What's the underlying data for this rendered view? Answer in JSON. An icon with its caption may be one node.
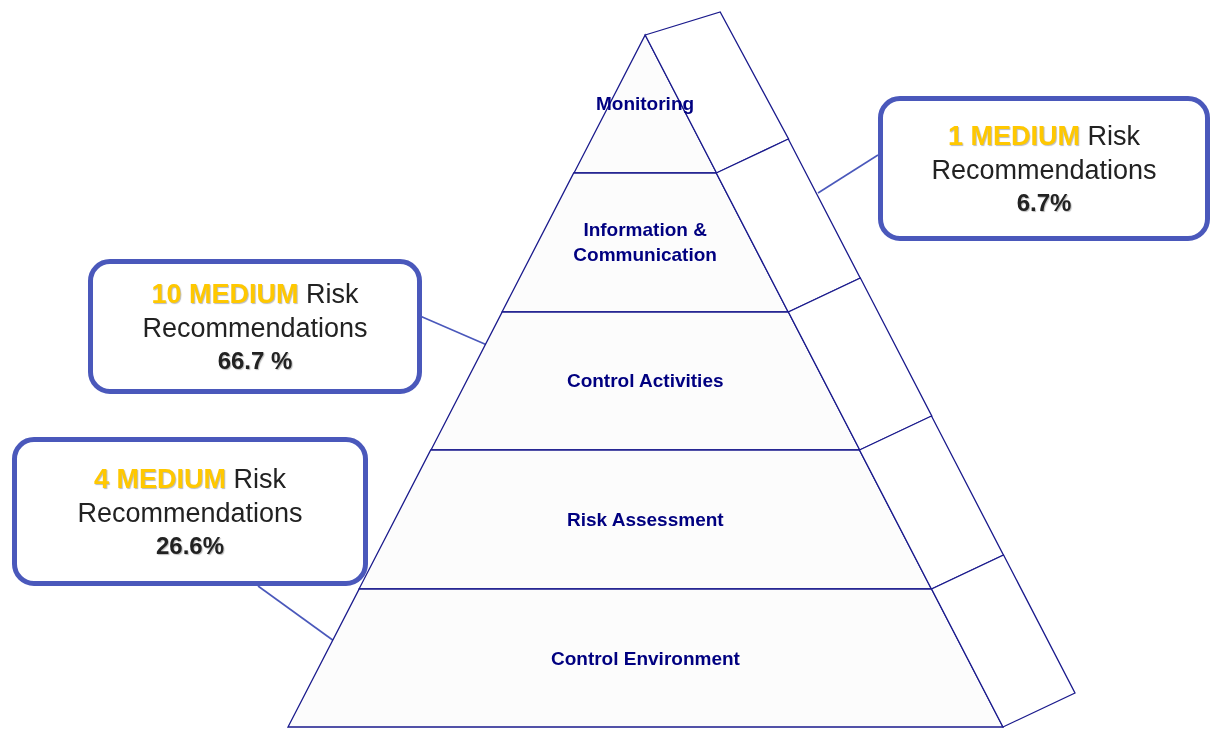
{
  "diagram": {
    "nodes": [
      {
        "text": [
          "Monitoring"
        ]
      },
      {
        "text": [
          "Information & Communication"
        ]
      },
      {
        "text": [
          "Control Activities"
        ]
      },
      {
        "text": [
          "Risk Assessment"
        ]
      },
      {
        "text": [
          "Control Environment"
        ]
      },
      {
        "text": [
          "**1 MEDIUM** Risk Recommendations",
          "6.7%"
        ]
      },
      {
        "text": [
          "**10 MEDIUM** Risk Recommendations",
          "66.7 %"
        ]
      },
      {
        "text": [
          "**4 MEDIUM** Risk Recommendations",
          "26.6%"
        ]
      }
    ],
    "edges": [
      {
        "from": 5,
        "to": 1,
        "arrow": "none"
      },
      {
        "from": 6,
        "to": 2,
        "arrow": "none"
      },
      {
        "from": 7,
        "to": 4,
        "arrow": "none"
      }
    ]
  }
}
